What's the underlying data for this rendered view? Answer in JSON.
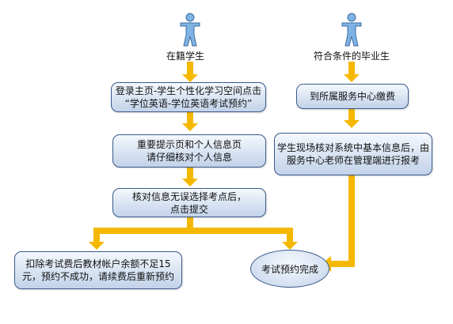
{
  "actors": {
    "left": {
      "label": "在籍学生",
      "icon": "person-icon"
    },
    "right": {
      "label": "符合条件的毕业生",
      "icon": "person-icon"
    }
  },
  "steps": {
    "login": "登录主页-学生个性化学习空间点击\n“学位英语-学位英语考试预约”",
    "confirm_info": "重要提示页和个人信息页\n请仔细核对个人信息",
    "choose_site": "核对信息无误选择考点后，\n点击提交",
    "fail": "扣除考试费后教材帐户余额不足15\n元，预约不成功，请续费后重新预约",
    "pay_fee": "到所属服务中心缴费",
    "staff_register": "学生现场核对系统中基本信息后，由\n服务中心老师在管理端进行报考",
    "done": "考试预约完成"
  },
  "colors": {
    "arrow": "#f5b800",
    "box_border": "#3a5a8a",
    "person": "#7fb2e5",
    "person_outline": "#3d6e9e"
  }
}
